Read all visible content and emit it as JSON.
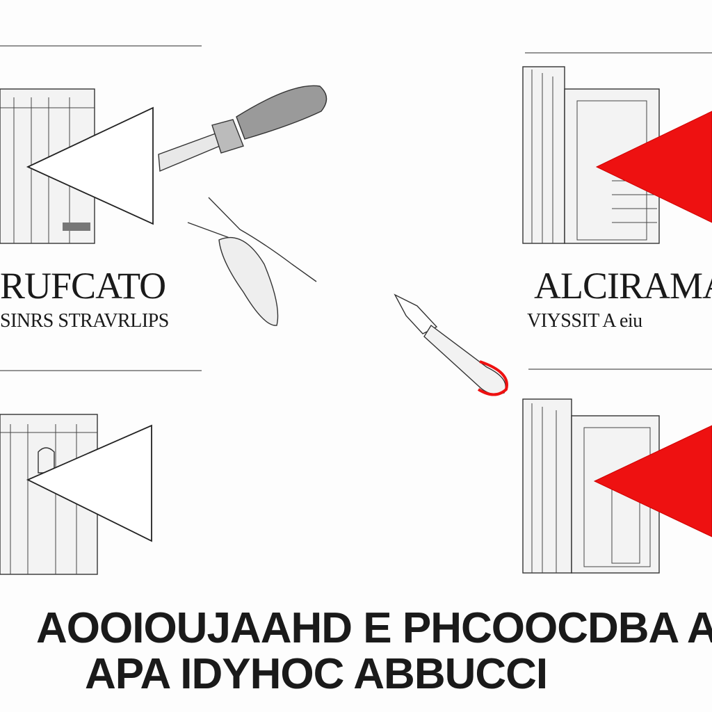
{
  "panels": {
    "top_left": {
      "title": "RUFCATO",
      "subtitle": "SINRS   STRAVRLIPS"
    },
    "top_right": {
      "title": "ALCIRAMA",
      "subtitle": "VIYSSIT A   eіu"
    }
  },
  "footer": {
    "line1": "AOOIOUJAAHD E PHCOOCDBA A",
    "line2": "APA  IDYHOC  ABBUCCI"
  },
  "colors": {
    "accent": "#ee1111",
    "ink": "#1a1a1a",
    "background": "#fdfdfd"
  },
  "icons": [
    "screwdriver-icon",
    "pliers-icon",
    "brush-icon"
  ]
}
